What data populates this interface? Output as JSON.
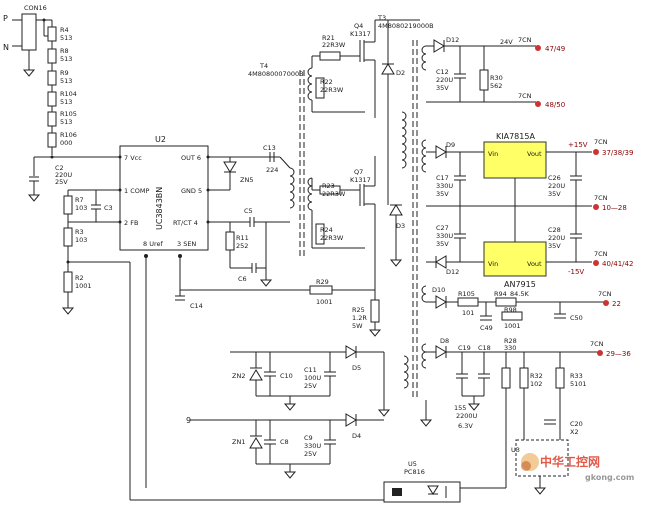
{
  "input": {
    "connector": "CON16",
    "p": "P",
    "n": "N"
  },
  "resistors_chain": [
    "R4",
    "513",
    "R8",
    "513",
    "R9",
    "513",
    "R104",
    "513",
    "R105",
    "513",
    "R106",
    "000"
  ],
  "c2": [
    "C2",
    "220U",
    "25V"
  ],
  "ic": {
    "ref": "U2",
    "part": "UC3843BN",
    "pins": {
      "vcc": "7  Vcc",
      "comp": "1  COMP",
      "fb": "2  FB",
      "uref": "8  Uref",
      "sen": "3  SEN",
      "out": "OUT  6",
      "gnd": "GND  5",
      "rtct": "RT/CT  4"
    }
  },
  "fb_parts": [
    "R7",
    "103",
    "C3",
    "R3",
    "103",
    "R2",
    "1001"
  ],
  "osc_parts": [
    "C13",
    "224",
    "ZN5",
    "C5",
    "R11",
    "252",
    "C6",
    "C14"
  ],
  "t4": [
    "T4",
    "4M8080007000B"
  ],
  "q4": [
    "Q4",
    "K1317"
  ],
  "q7": [
    "Q7",
    "K1317"
  ],
  "gate_res": [
    "R21",
    "22R3W",
    "R22",
    "22R3W",
    "R23",
    "22R3W",
    "R24",
    "22R3W"
  ],
  "t3": [
    "T3",
    "4M8080219000B"
  ],
  "d_prim": [
    "D2",
    "D3"
  ],
  "rail_24": {
    "diode": "D12",
    "cap": [
      "C12",
      "220U",
      "35V"
    ],
    "res": [
      "R30",
      "562"
    ],
    "label": "24V",
    "pins_a": "47/49",
    "pins_b": "48/50",
    "cn": "7CN"
  },
  "reg_pos": {
    "title": "KIA7815A",
    "vin": "Vin",
    "vout": "Vout",
    "label": "+15V",
    "pins": "37/38/39",
    "cn": "7CN"
  },
  "reg_neg": {
    "title": "AN7915",
    "vin": "Vin",
    "vout": "Vout",
    "label": "-15V",
    "pins": "40/41/42",
    "cn": "7CN"
  },
  "reg_caps": [
    "D9",
    "C17",
    "330U",
    "35V",
    "C26",
    "220U",
    "35V",
    "C27",
    "330U",
    "35V",
    "C28",
    "220U",
    "35V",
    "D12"
  ],
  "gnd_rail": {
    "cn": "7CN",
    "pins": "10—28"
  },
  "rail_22": {
    "parts": [
      "D10",
      "R105",
      "101",
      "R94",
      "84.5K",
      "C49",
      "R98",
      "1001",
      "C50"
    ],
    "cn": "7CN",
    "pins": "22"
  },
  "rail_5v": {
    "parts": [
      "D8",
      "C19",
      "C18",
      "R28",
      "330",
      "R32",
      "102",
      "R33",
      "5101",
      "C20",
      "155",
      "2200U",
      "6.3V",
      "X2"
    ],
    "cn": "7CN",
    "pins": "29—36"
  },
  "lower": {
    "parts": [
      "R29",
      "1001",
      "R25",
      "1.2R",
      "5W",
      "ZN2",
      "C10",
      "C11",
      "100U",
      "25V",
      "D5",
      "ZN1",
      "C8",
      "C9",
      "330U",
      "25V",
      "D4",
      "9"
    ]
  },
  "opto": {
    "ref": "U5",
    "part": "PC816",
    "u3": "U3"
  },
  "watermark": {
    "cn": "中华工控网",
    "url": "gkong.com"
  }
}
